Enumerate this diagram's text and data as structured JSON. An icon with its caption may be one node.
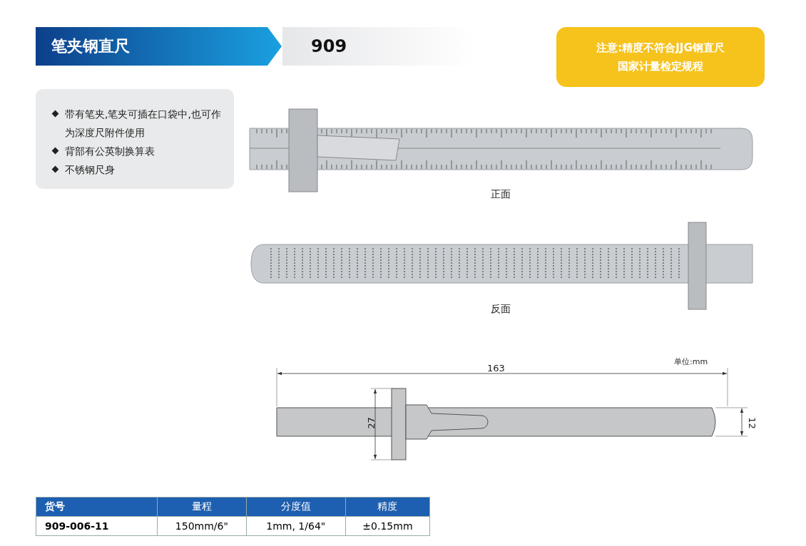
{
  "diagram": {
    "nodes": [
      {
        "text": [
          "笔夹钢直尺"
        ]
      },
      {
        "text": [
          "909"
        ]
      },
      {
        "text": [
          "注意:精度不符合JJG钢直尺国家计量检定规程"
        ]
      },
      {
        "text": [
          "带有笔夹,笔夹可插在口袋中,也可作为深度尺附件使用",
          "背部有公英制换算表",
          "不锈钢尺身"
        ]
      }
    ],
    "labels": [
      "正面",
      "反面",
      "单位:mm",
      "163",
      "27",
      "12",
      "货号",
      "量程",
      "分度值",
      "精度",
      "909-006-11",
      "150mm/6\"",
      "1mm, 1/64\"",
      "±0.15mm"
    ]
  }
}
